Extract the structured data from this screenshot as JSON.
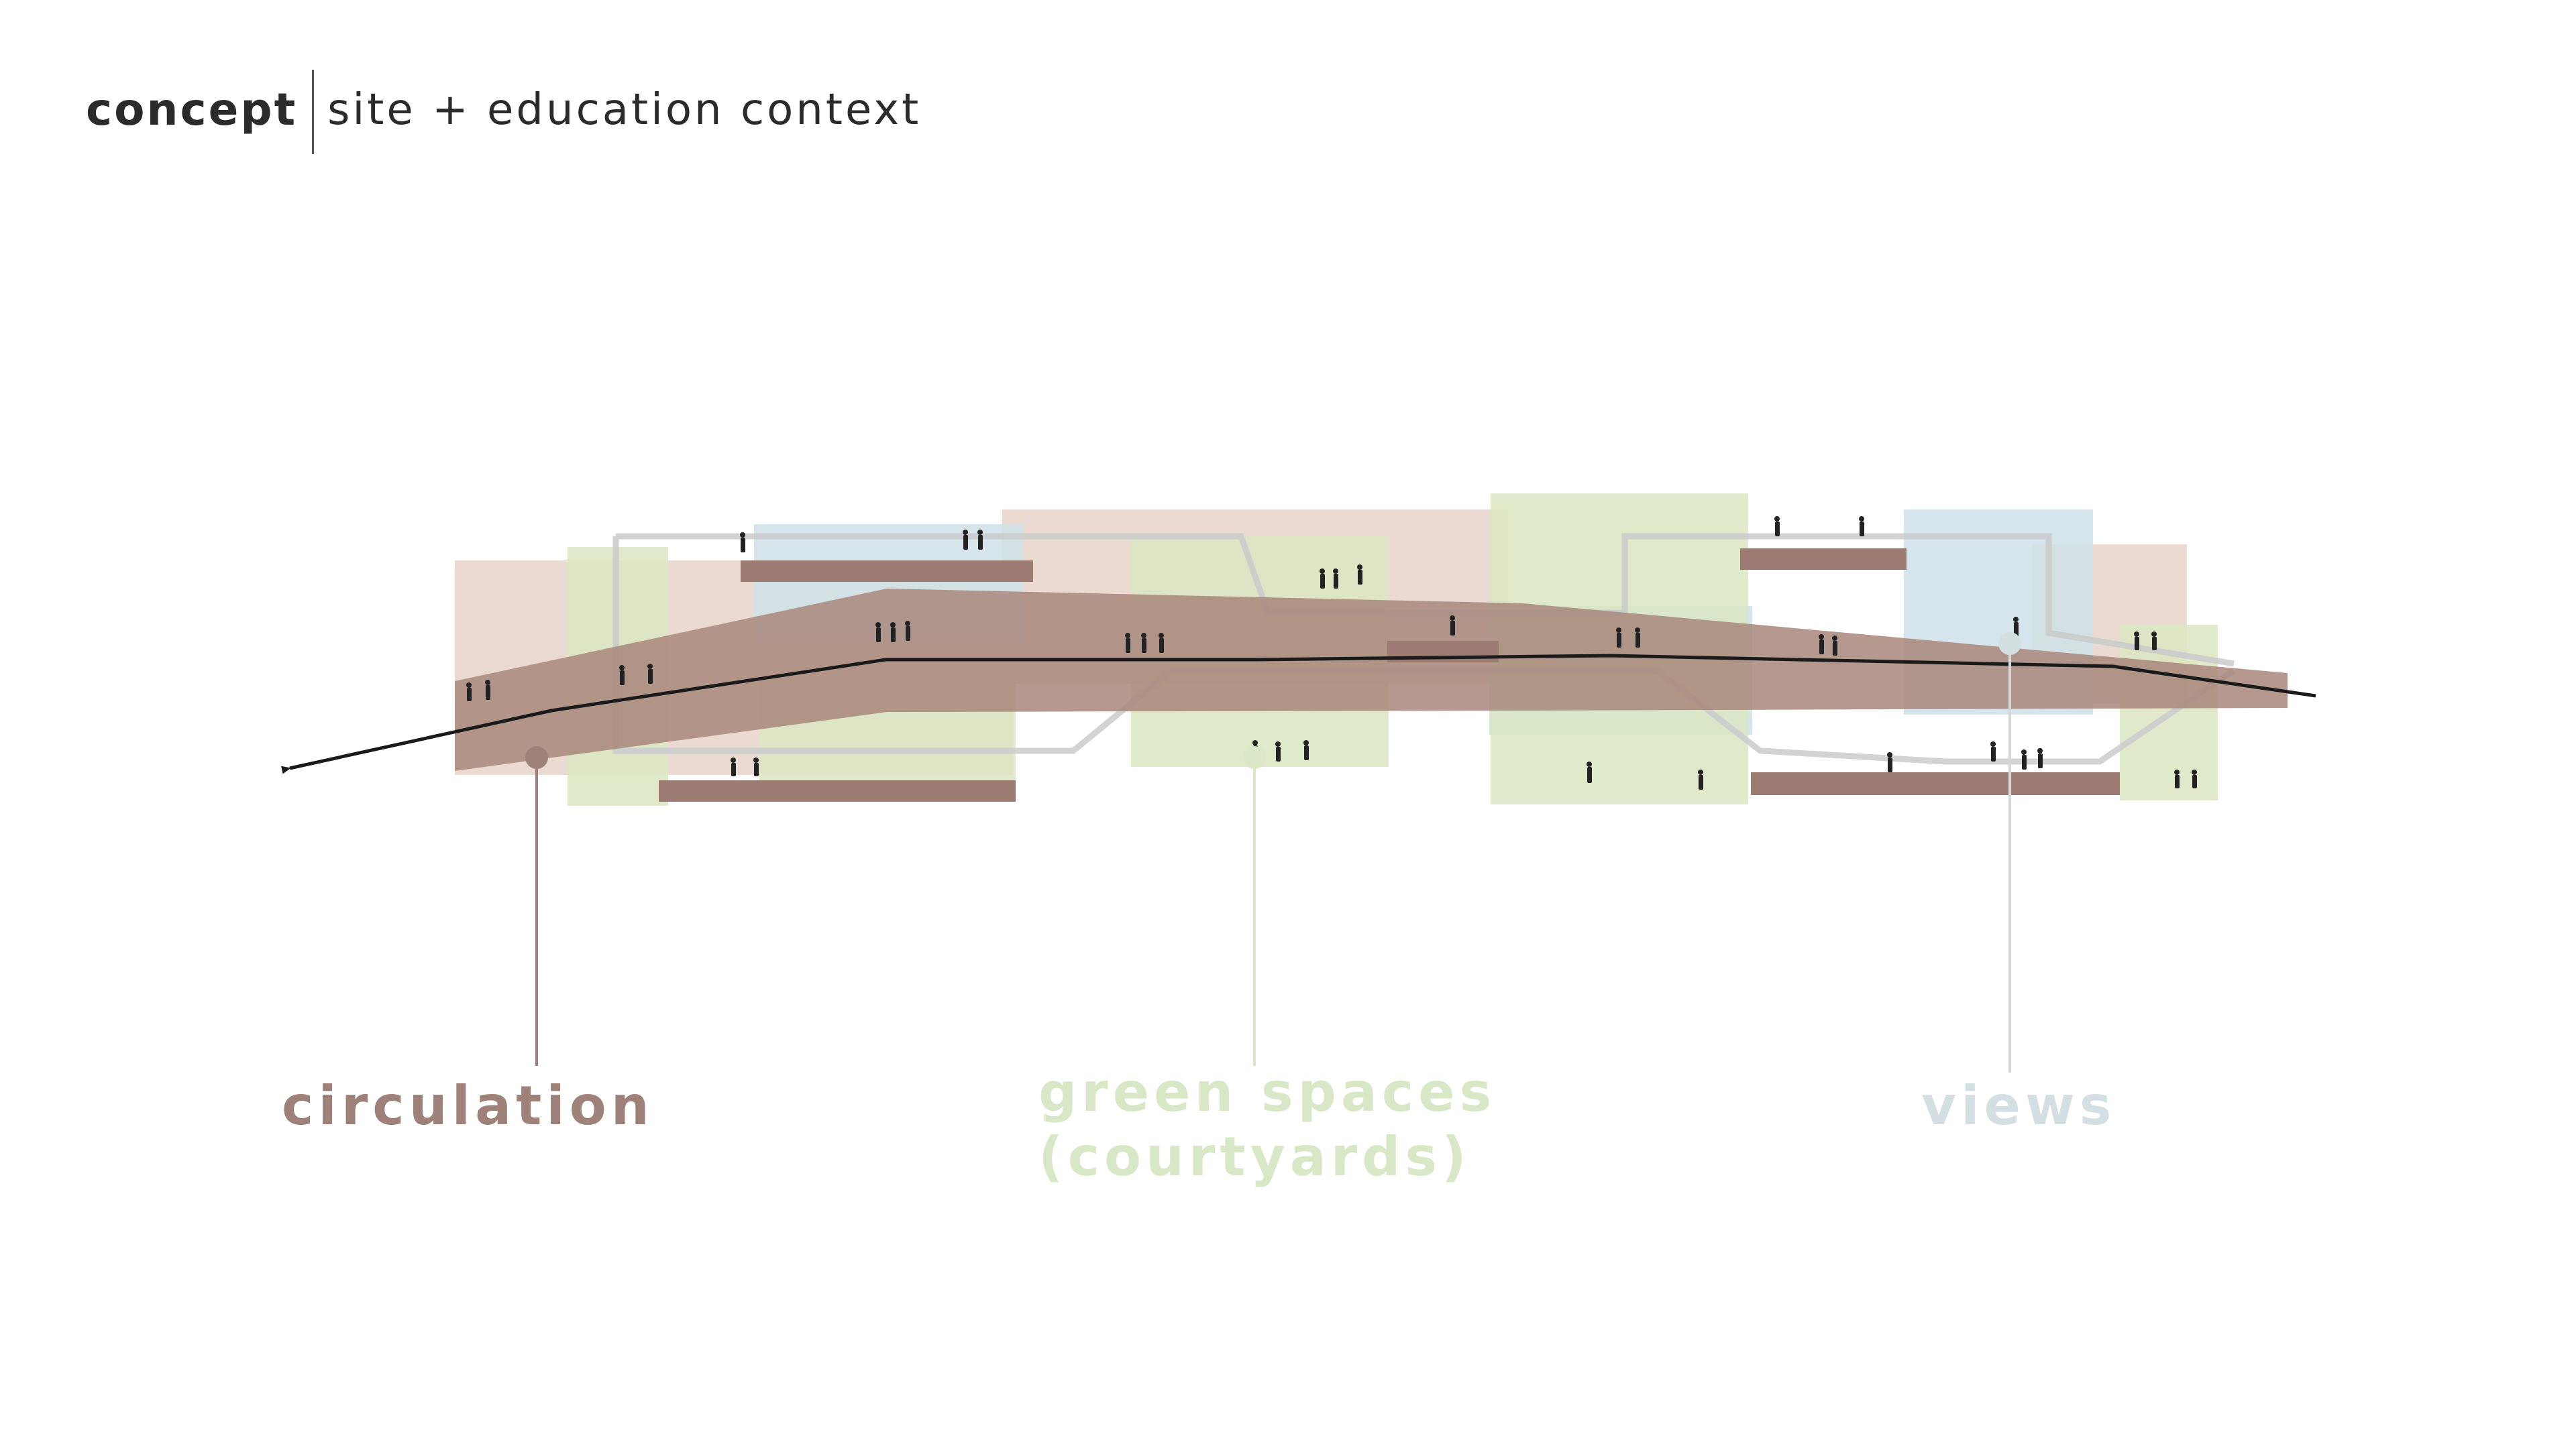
{
  "header": {
    "title": "concept",
    "subtitle": "site + education context"
  },
  "legend": {
    "circulation": {
      "label": "circulation",
      "color": "#9e8279"
    },
    "green_spaces": {
      "label_line1": "green spaces",
      "label_line2": "(courtyards)",
      "color": "#d8e8c6"
    },
    "views": {
      "label": "views",
      "color": "#d4dfe3"
    }
  },
  "colors": {
    "background": "#ffffff",
    "site_block": "#e8d6cc",
    "circulation_band": "#a8877b",
    "platform": "#9c7c72",
    "green_block": "#dbe6c2",
    "view_block": "#cfe0e8",
    "path_line": "#1a1a1a"
  }
}
